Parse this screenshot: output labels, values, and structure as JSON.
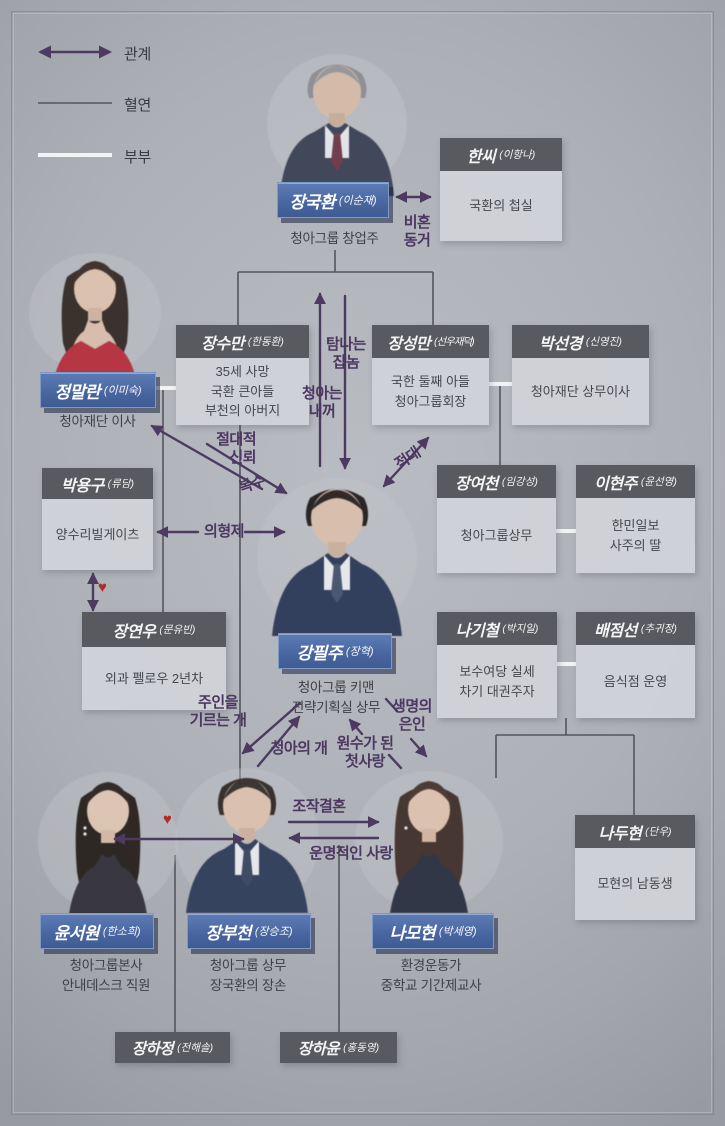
{
  "legend": {
    "items": [
      {
        "label": "관계",
        "type": "relation-arrow"
      },
      {
        "label": "혈연",
        "type": "blood-line"
      },
      {
        "label": "부부",
        "type": "marriage-line"
      }
    ]
  },
  "colors": {
    "relation_purple": "#4c3a60",
    "main_box_blue": "#4a6aa5",
    "card_header_gray": "#595a5f",
    "card_body_gray": "#d1d3d9",
    "marriage_white": "#f2f3f5",
    "blood_gray": "#55565b",
    "heart_red": "#b32b28"
  },
  "people": {
    "gukhwan": {
      "name": "장국환",
      "actor": "(이순재)",
      "desc": "청아그룹 창업주"
    },
    "hanssi": {
      "name": "한씨",
      "actor": "(이항나)",
      "desc": "국환의 첩실"
    },
    "suman": {
      "name": "장수만",
      "actor": "(한동환)",
      "desc": "35세 사망\n국환 큰아들\n부천의 아버지"
    },
    "seongman": {
      "name": "장성만",
      "actor": "(선우재덕)",
      "desc": "국한 둘째 아들\n청아그룹회장"
    },
    "seonkyung": {
      "name": "박선경",
      "actor": "(신영진)",
      "desc": "청아재단 상무이사"
    },
    "mallan": {
      "name": "정말란",
      "actor": "(이미숙)",
      "desc": "청아재단 이사"
    },
    "yonggu": {
      "name": "박용구",
      "actor": "(류담)",
      "desc": "양수리빌게이츠"
    },
    "yeocheon": {
      "name": "장여천",
      "actor": "(임강성)",
      "desc": "청아그룹상무"
    },
    "hyunju": {
      "name": "이현주",
      "actor": "(윤선영)",
      "desc": "한민일보\n사주의 딸"
    },
    "piljoo": {
      "name": "강필주",
      "actor": "(장혁)",
      "desc": "청아그룹 키맨\n전략기획실 상무"
    },
    "yeonwoo": {
      "name": "장연우",
      "actor": "(문유빈)",
      "desc": "외과 펠로우 2년차"
    },
    "gicheol": {
      "name": "나기철",
      "actor": "(박지일)",
      "desc": "보수여당 실세\n차기 대권주자"
    },
    "jeomseon": {
      "name": "배점선",
      "actor": "(추귀정)",
      "desc": "음식점 운영"
    },
    "seowon": {
      "name": "윤서원",
      "actor": "(한소희)",
      "desc": "청아그룹본사\n안내데스크 직원"
    },
    "bucheon": {
      "name": "장부천",
      "actor": "(장승조)",
      "desc": "청아그룹 상무\n장국환의 장손"
    },
    "mohyun": {
      "name": "나모현",
      "actor": "(박세영)",
      "desc": "환경운동가\n중학교 기간제교사"
    },
    "duhyun": {
      "name": "나두현",
      "actor": "(단우)",
      "desc": "모현의 남동생"
    },
    "hajung": {
      "name": "장하정",
      "actor": "(전해솔)"
    },
    "hayoon": {
      "name": "장하윤",
      "actor": "(홍동영)"
    }
  },
  "relations": {
    "cohabit": "비혼\n동거",
    "coveted_rascal": "탐나는\n잡놈",
    "cheonga_is_mine": "청아는\n내꺼",
    "absolute_trust": "절대적\n신뢰",
    "revenge": "복수",
    "hostility": "적대",
    "sworn_brothers": "의형제",
    "dog_raising_master": "주인을\n기르는 개",
    "cheonga_dog": "청아의 개",
    "first_love_turned_enemy": "원수가 된\n첫사랑",
    "life_savior": "생명의\n은인",
    "fabricated_marriage": "조작결혼",
    "destined_love": "운명적인 사랑",
    "heart": "♥"
  }
}
